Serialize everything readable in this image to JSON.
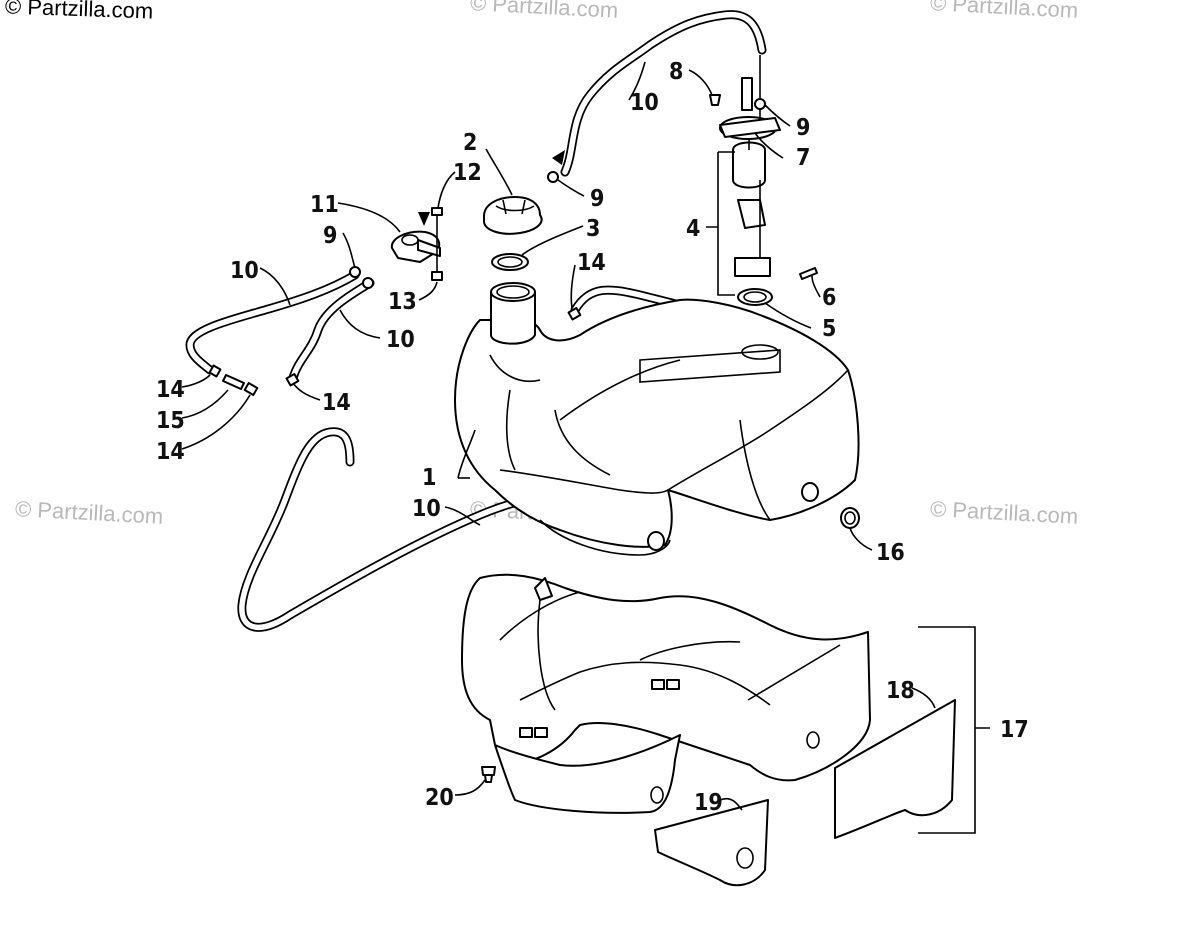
{
  "watermarks": {
    "top_left": "© Partzilla.com",
    "faded": "© Partzilla.com"
  },
  "callouts": {
    "c1": "1",
    "c2": "2",
    "c3": "3",
    "c4": "4",
    "c5": "5",
    "c6": "6",
    "c7": "7",
    "c8": "8",
    "c9a": "9",
    "c9b": "9",
    "c9c": "9",
    "c10a": "10",
    "c10b": "10",
    "c10c": "10",
    "c10d": "10",
    "c11": "11",
    "c12": "12",
    "c13": "13",
    "c14a": "14",
    "c14b": "14",
    "c14c": "14",
    "c14d": "14",
    "c15": "15",
    "c16": "16",
    "c17": "17",
    "c18": "18",
    "c19": "19",
    "c20": "20"
  }
}
